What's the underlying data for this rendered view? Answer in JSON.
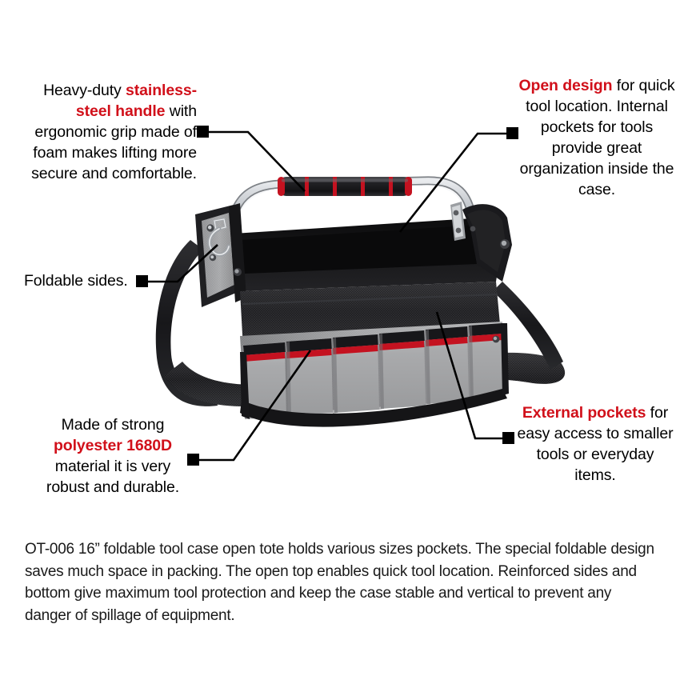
{
  "product": {
    "model": "OT-006",
    "name": "16\" foldable tool case open tote",
    "colors": {
      "accent_red": "#D1101A",
      "body_black": "#1c1c1e",
      "pocket_gray": "#a8a9ab",
      "metal_silver": "#b9bcc0",
      "text_black": "#000000",
      "background": "#ffffff"
    }
  },
  "callouts": {
    "handle": {
      "name": "handle-callout",
      "lead": "Heavy-duty ",
      "highlight": "stainless-steel handle",
      "tail": " with ergonomic grip made of foam makes lifting more secure and comfortable.",
      "full_text": "Heavy-duty stainless-steel handle with ergonomic grip made of foam makes lifting more secure and comfortable."
    },
    "open_design": {
      "name": "open-design-callout",
      "lead": "",
      "highlight": "Open design",
      "tail": " for quick tool location. Internal pockets for tools provide great organization inside the case.",
      "full_text": "Open design for quick tool location. Internal pockets for tools provide great organization inside the case."
    },
    "foldable": {
      "name": "foldable-sides-callout",
      "lead": "Foldable sides.",
      "highlight": "",
      "tail": "",
      "full_text": "Foldable sides."
    },
    "material": {
      "name": "material-callout",
      "lead": "Made of strong ",
      "highlight": "polyester 1680D",
      "tail": " material it is very robust and durable.",
      "full_text": "Made of strong polyester 1680D material it is very robust and durable."
    },
    "external_pockets": {
      "name": "external-pockets-callout",
      "lead": "",
      "highlight": "External pockets",
      "tail": " for easy access to smaller tools or everyday items.",
      "full_text": "External pockets for easy access to smaller tools or everyday items."
    }
  },
  "description": {
    "text": "OT-006 16” foldable tool case open tote holds various sizes pockets. The special foldable design saves much space in packing. The open top enables quick tool location. Reinforced sides and bottom give maximum tool protection and keep the case stable and vertical to prevent any danger of spillage of equipment."
  },
  "product_features": {
    "external_pocket_count": 6,
    "grip_stripe_count": 4,
    "parts": [
      "stainless-steel-handle",
      "foam-grip",
      "black-body",
      "gray-external-pockets",
      "red-pocket-trim",
      "shoulder-strap",
      "shoulder-pad",
      "strap-slider-buckle",
      "metal-swivel-hook",
      "side-rivet"
    ]
  }
}
